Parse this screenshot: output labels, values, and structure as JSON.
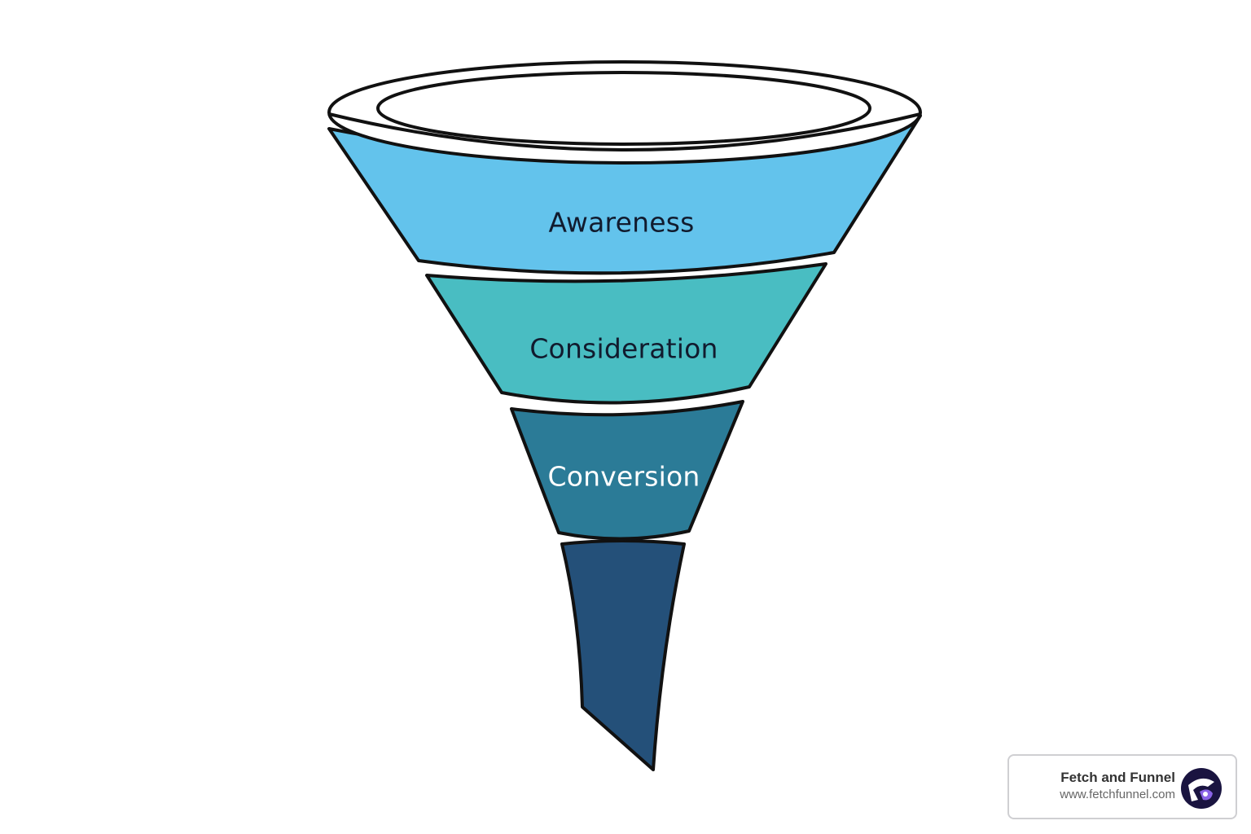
{
  "funnel": {
    "stages": [
      {
        "label": "Awareness",
        "fill": "#63c3ec",
        "text_color": "#111b2e"
      },
      {
        "label": "Consideration",
        "fill": "#49bdc2",
        "text_color": "#111b2e"
      },
      {
        "label": "Conversion",
        "fill": "#2b7b97",
        "text_color": "#ffffff"
      },
      {
        "label": "",
        "fill": "#245079",
        "text_color": "#ffffff"
      }
    ],
    "rim_fill": "#ffffff",
    "outline_color": "#111111"
  },
  "watermark": {
    "name": "Fetch and Funnel",
    "url": "www.fetchfunnel.com",
    "logo_bg": "#1a1440",
    "logo_accent": "#8a63e6",
    "icon": "fetch-and-funnel-logo-icon"
  }
}
